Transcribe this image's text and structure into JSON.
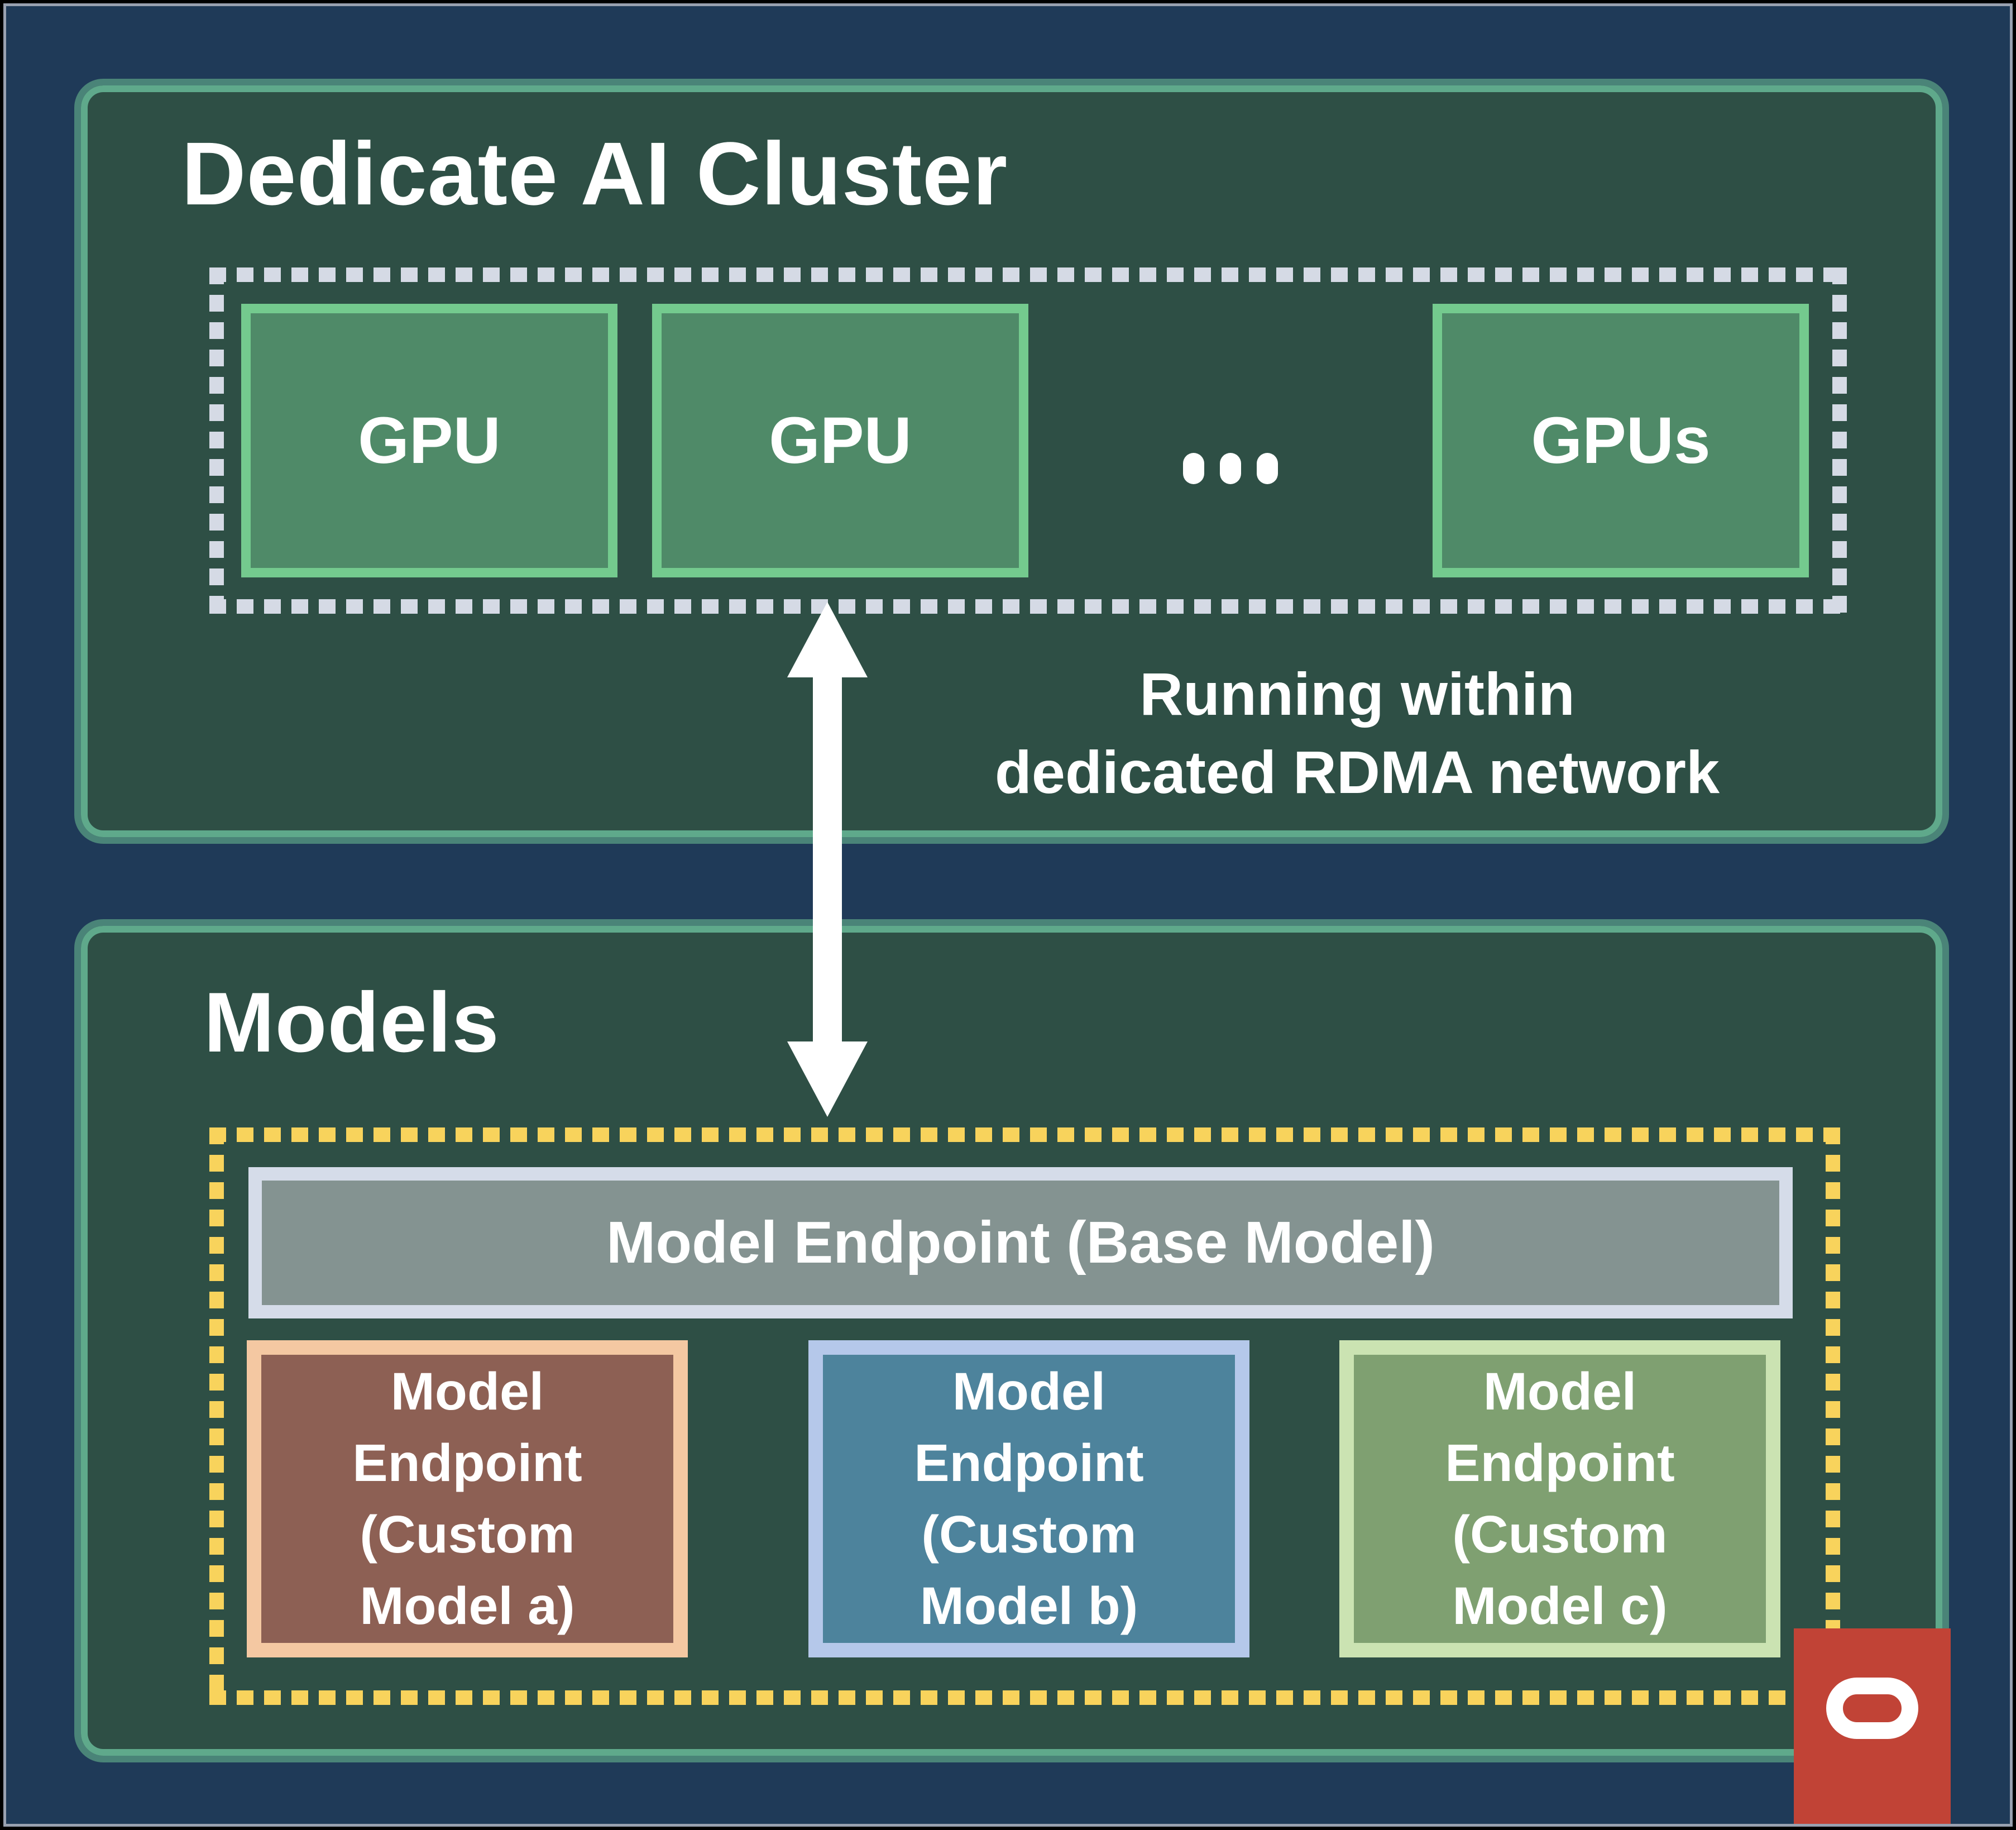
{
  "colors": {
    "background": "#1f3a58",
    "panel_fill": "#2e4f45",
    "panel_border_outer": "#4a8478",
    "panel_border_inner": "#5fa98b",
    "gpu_fill": "#4f8a68",
    "gpu_border": "#74ca8e",
    "cluster_dash": "#d5dae5",
    "models_dash": "#f8d35c",
    "base_endpoint_fill": "#849391",
    "base_endpoint_border": "#d5dce9",
    "custom_a_fill": "#8d6054",
    "custom_a_border": "#f4c8a2",
    "custom_b_fill": "#4d839c",
    "custom_b_border": "#b5c8ea",
    "custom_c_fill": "#7fa071",
    "custom_c_border": "#cbe3b2",
    "arrow": "#ffffff",
    "oracle_red": "#c14336",
    "text": "#ffffff"
  },
  "icons": {
    "ellipsis": "ellipsis-dots-icon",
    "arrow": "bidirectional-arrow-icon",
    "oracle": "oracle-o-icon"
  },
  "cluster": {
    "title": "Dedicate AI Cluster",
    "gpus": [
      "GPU",
      "GPU",
      "GPUs"
    ],
    "ellipsis": "...",
    "note_lines": [
      "Running within",
      "dedicated RDMA network"
    ]
  },
  "models": {
    "title": "Models",
    "base_endpoint_label": "Model Endpoint (Base Model)",
    "custom_endpoints": [
      {
        "label": "Model Endpoint (Custom Model a)"
      },
      {
        "label": "Model Endpoint (Custom Model b)"
      },
      {
        "label": "Model Endpoint (Custom Model c)"
      }
    ]
  }
}
